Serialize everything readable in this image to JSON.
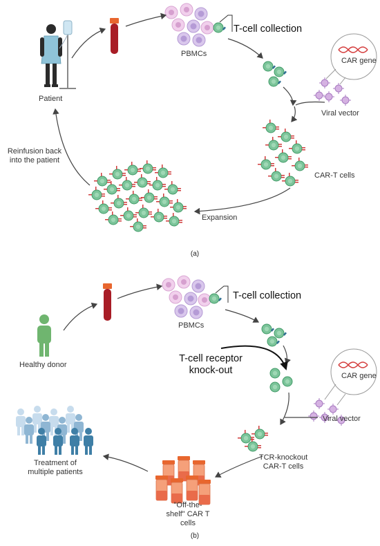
{
  "panel_a": {
    "caption": "(a)",
    "labels": {
      "patient": "Patient",
      "pbmcs": "PBMCs",
      "tcell_collection": "T-cell collection",
      "car_gene": "CAR gene",
      "viral_vector": "Viral vector",
      "cart_cells": "CAR-T cells",
      "expansion": "Expansion",
      "reinfusion_line1": "Reinfusion back",
      "reinfusion_line2": "into the patient"
    }
  },
  "panel_b": {
    "caption": "(b)",
    "labels": {
      "healthy_donor": "Healthy donor",
      "pbmcs": "PBMCs",
      "tcell_collection": "T-cell collection",
      "tcr_knockout_line1": "T-cell receptor",
      "tcr_knockout_line2": "knock-out",
      "car_gene": "CAR gene",
      "viral_vector": "Viral vector",
      "tcr_cart_line1": "TCR-knockout",
      "tcr_cart_line2": "CAR-T cells",
      "offshelf_line1": "\"Off-the-",
      "offshelf_line2": "shelf\" CAR T",
      "offshelf_line3": "cells",
      "treatment_line1": "Treatment of",
      "treatment_line2": "multiple patients"
    }
  },
  "colors": {
    "tcell": "#7cc49a",
    "tcell_dark": "#3f9a66",
    "pbmc_pink": "#e7b8e0",
    "pbmc_purple": "#c4a6dd",
    "blood": "#a81d26",
    "blood_cap": "#e8662e",
    "donor_green": "#6fb56f",
    "patient_blue": "#3f7fa6",
    "patient_light": "#a9c9e0",
    "arrow": "#444444",
    "receptor": "#2f6f93",
    "car_red": "#cf3b3b",
    "dna": "#d43c3c"
  },
  "icons": [
    "patient-icon",
    "iv-stand-icon",
    "blood-tube-icon",
    "pbmc-cluster-icon",
    "tcell-icon",
    "viral-vector-icon",
    "dna-icon",
    "healthy-donor-icon",
    "vial-cluster-icon",
    "patients-group-icon"
  ]
}
